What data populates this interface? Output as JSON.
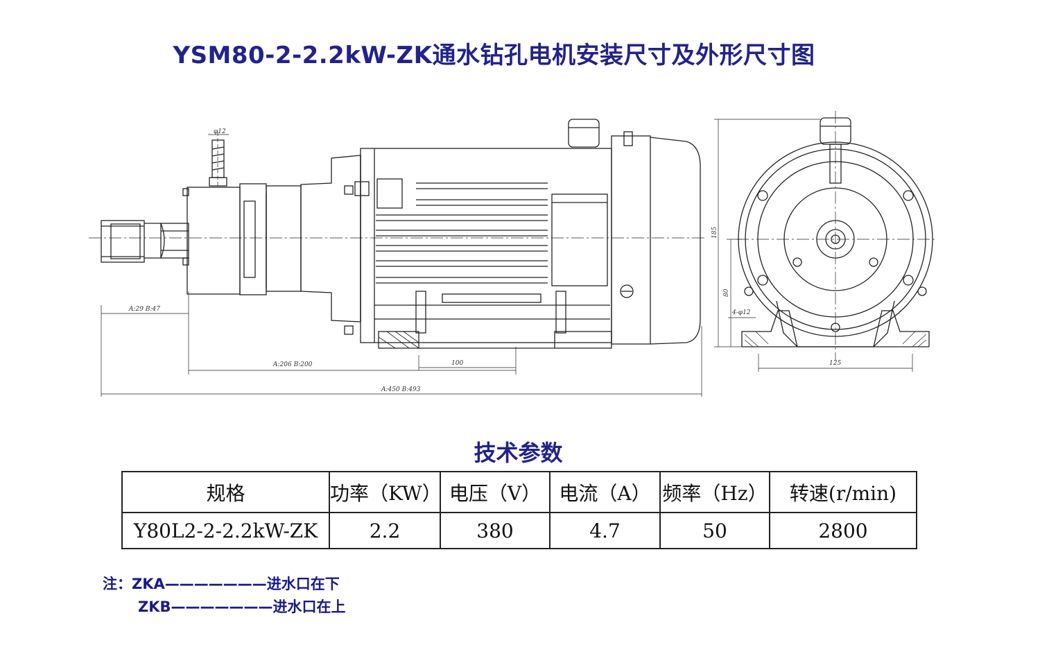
{
  "title": "YSM80-2-2.2kW-ZK通水钻孔电机安装尺寸及外形尺寸图",
  "drawing": {
    "dimensions": {
      "pipe_dia": "φ12",
      "d1": "A:29  B:47",
      "d2": "A:206  B:200",
      "d3": "100",
      "d4": "A:450  B:493",
      "height": "185",
      "center_h": "80",
      "holes": "4-φ12",
      "base_w": "125"
    }
  },
  "spec_section": {
    "title": "技术参数",
    "headers": [
      "规格",
      "功率（KW）",
      "电压（V）",
      "电流（A）",
      "频率（Hz）",
      "转速(r/min)"
    ],
    "row": [
      "Y80L2-2-2.2kW-ZK",
      "2.2",
      "380",
      "4.7",
      "50",
      "2800"
    ]
  },
  "notes": {
    "line1": "注：ZKA———————进水口在下",
    "line2": "ZKB———————进水口在上"
  },
  "colors": {
    "title": "#22238a",
    "notes": "#1a1a8c",
    "lines": "#222222"
  }
}
